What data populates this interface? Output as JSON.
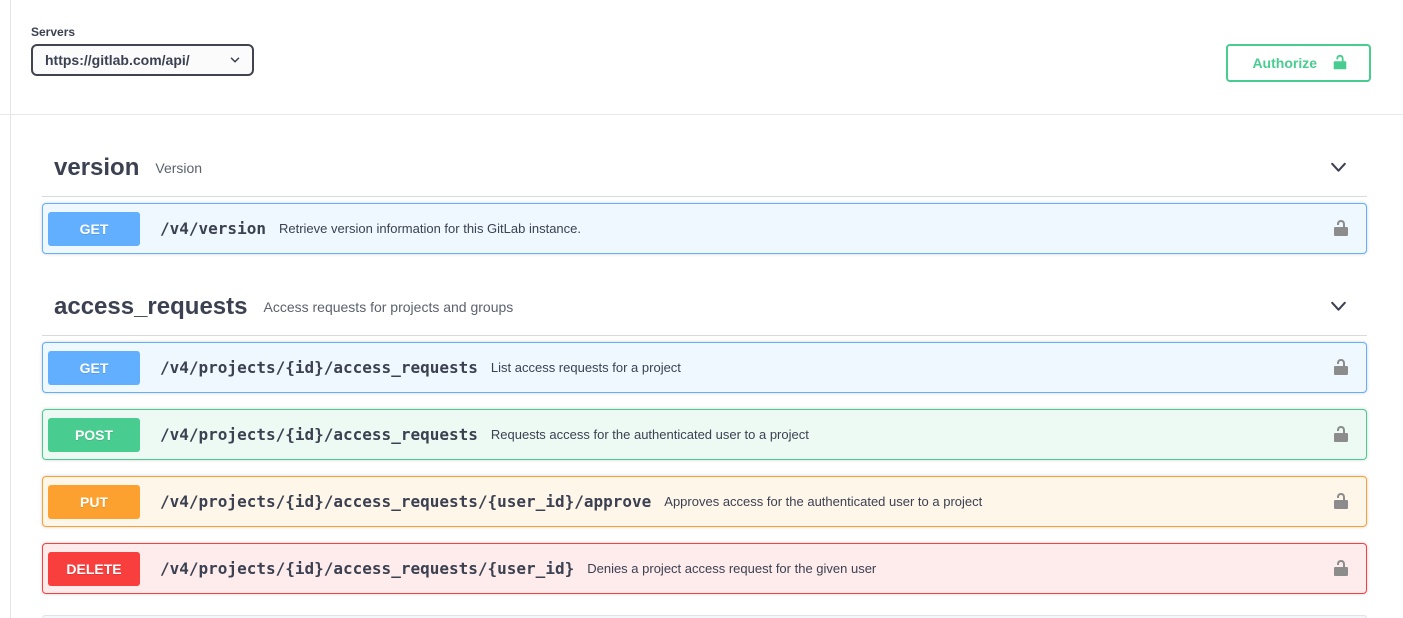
{
  "scheme_bar": {
    "servers_label": "Servers",
    "server_selected": "https://gitlab.com/api/",
    "authorize_label": "Authorize"
  },
  "icons": {
    "server_select_chevron": "chevron-down-icon",
    "authorize_lock": "unlock-icon",
    "section_expand": "chevron-down-icon",
    "operation_lock": "unlock-icon"
  },
  "method_colors": {
    "GET": {
      "badge": "#61affe",
      "border": "#61affe",
      "background": "#eff7ff"
    },
    "POST": {
      "badge": "#49cc90",
      "border": "#49cc90",
      "background": "#edfaf4"
    },
    "PUT": {
      "badge": "#fca130",
      "border": "#fca130",
      "background": "#fff6ea"
    },
    "DELETE": {
      "badge": "#f93e3e",
      "border": "#f93e3e",
      "background": "#feebeb"
    }
  },
  "accent_colors": {
    "authorize_green": "#49cc90",
    "text_dark": "#3b4151",
    "lock_gray": "#8c8c8c",
    "select_border": "#41444e"
  },
  "sections": [
    {
      "name": "version",
      "description": "Version",
      "operations": [
        {
          "method": "GET",
          "path": "/v4/version",
          "summary": "Retrieve version information for this GitLab instance."
        }
      ]
    },
    {
      "name": "access_requests",
      "description": "Access requests for projects and groups",
      "operations": [
        {
          "method": "GET",
          "path": "/v4/projects/{id}/access_requests",
          "summary": "List access requests for a project"
        },
        {
          "method": "POST",
          "path": "/v4/projects/{id}/access_requests",
          "summary": "Requests access for the authenticated user to a project"
        },
        {
          "method": "PUT",
          "path": "/v4/projects/{id}/access_requests/{user_id}/approve",
          "summary": "Approves access for the authenticated user to a project"
        },
        {
          "method": "DELETE",
          "path": "/v4/projects/{id}/access_requests/{user_id}",
          "summary": "Denies a project access request for the given user"
        }
      ]
    }
  ]
}
